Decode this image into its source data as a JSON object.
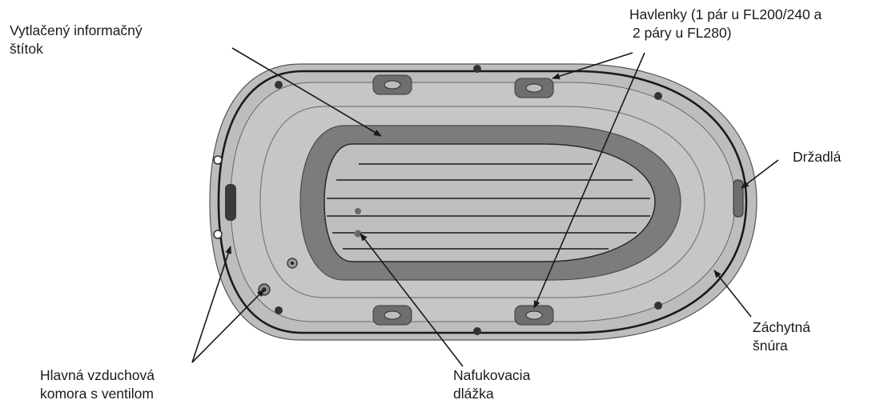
{
  "labels": {
    "info_plate": [
      "Vytlačený informačný",
      "štítok"
    ],
    "oarlocks": [
      "Havlenky (1 pár u FL200/240 a",
      "2 páry u FL280)"
    ],
    "handles": [
      "Držadlá"
    ],
    "grab_line": [
      "Záchytná",
      "šnúra"
    ],
    "main_chamber": [
      "Hlavná vzduchová",
      "komora s ventilom"
    ],
    "floor": [
      "Nafukovacia",
      "dlážka"
    ]
  },
  "colors": {
    "hull_outer": "#bdbdbd",
    "hull_inner": "#c8c8c8",
    "floor_ring": "#7c7c7c",
    "floor_panel": "#bfbfbf",
    "lines": "#1a1a1a",
    "fittings": "#6e6e6e"
  }
}
